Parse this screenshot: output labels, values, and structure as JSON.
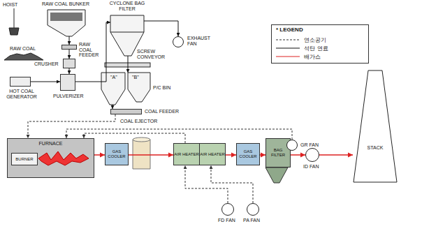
{
  "diagram": {
    "nodes": [
      {
        "text": [
          "RAW COAL BUNKER"
        ]
      },
      {
        "text": [
          "RAW COAL FEEDER"
        ]
      },
      {
        "text": [
          "CRUSHER"
        ]
      },
      {
        "text": [
          "HOT COAL GENERATOR"
        ]
      },
      {
        "text": [
          "PULVERIZER"
        ]
      },
      {
        "text": [
          "CYCLONE BAG FILTER"
        ]
      },
      {
        "text": [
          "EXHAUST FAN"
        ]
      },
      {
        "text": [
          "\"A\"",
          "\"B\"",
          "P/C BIN"
        ]
      },
      {
        "text": [
          "COAL FEEDER"
        ]
      },
      {
        "text": [
          "FURNACE"
        ]
      },
      {
        "text": [
          "BURNER"
        ],
        "in": 9
      },
      {
        "text": [
          "GAS COOLER"
        ]
      },
      {
        "text": [
          "AIR HEATER"
        ]
      },
      {
        "text": [
          "AIR HEATER"
        ]
      },
      {
        "text": [
          "GAS COOLER"
        ]
      },
      {
        "text": [
          "BAG FILTER"
        ]
      },
      {
        "text": [
          "ID FAN"
        ]
      },
      {
        "text": [
          "STACK"
        ]
      },
      {
        "text": [
          "GR FAN"
        ]
      },
      {
        "text": [
          "FD FAN"
        ]
      },
      {
        "text": [
          "PA FAN"
        ]
      }
    ],
    "edges": [
      {
        "from": 0,
        "to": 1,
        "arrow": "to"
      },
      {
        "from": 1,
        "to": 2,
        "arrow": "to"
      },
      {
        "from": 2,
        "to": 4,
        "arrow": "to"
      },
      {
        "from": 3,
        "to": 4,
        "arrow": "to"
      },
      {
        "from": 4,
        "to": 5,
        "arrow": "to"
      },
      {
        "from": 5,
        "to": 6,
        "arrow": "to"
      },
      {
        "from": 5,
        "to": 7,
        "arrow": "to"
      },
      {
        "from": 7,
        "to": 8,
        "arrow": "to"
      },
      {
        "from": 8,
        "to": 9,
        "arrow": "to"
      },
      {
        "from": 9,
        "to": 11,
        "arrow": "to"
      },
      {
        "from": 11,
        "to": 12,
        "arrow": "to"
      },
      {
        "from": 12,
        "to": 13,
        "arrow": "to"
      },
      {
        "from": 13,
        "to": 14,
        "arrow": "to"
      },
      {
        "from": 14,
        "to": 15,
        "arrow": "to"
      },
      {
        "from": 15,
        "to": 16,
        "arrow": "to"
      },
      {
        "from": 16,
        "to": 17,
        "arrow": "to"
      },
      {
        "from": 12,
        "to": 9,
        "arrow": "to"
      },
      {
        "from": 18,
        "to": 9,
        "arrow": "to"
      },
      {
        "from": 19,
        "to": 12,
        "arrow": "to"
      },
      {
        "from": 20,
        "to": 13,
        "arrow": "to"
      }
    ],
    "labels": [
      "HOIST",
      "RAW COAL",
      "SCREW CONVEYOR",
      "COAL EJECTOR",
      "* LEGEND"
    ],
    "legend": [
      {
        "text": "연소공기"
      },
      {
        "text": "석탄 연료"
      },
      {
        "text": "배가스"
      }
    ]
  }
}
